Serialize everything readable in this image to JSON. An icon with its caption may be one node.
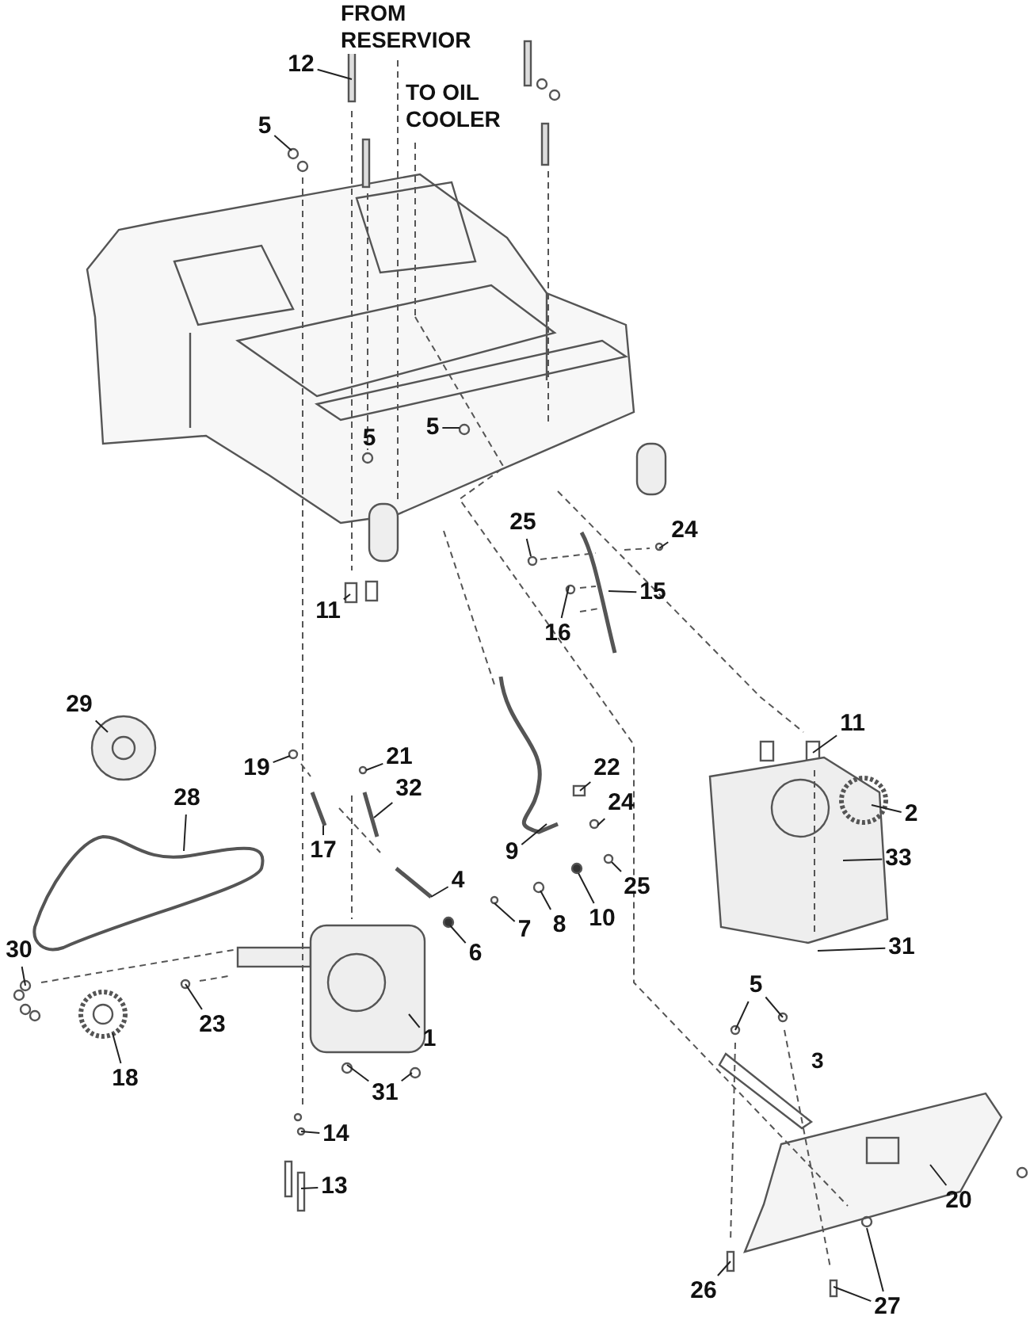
{
  "diagram": {
    "nodes": [
      {
        "text": [
          "12"
        ]
      },
      {
        "text": [
          "5"
        ]
      },
      {
        "text": [
          "5"
        ]
      },
      {
        "text": [
          "5"
        ]
      },
      {
        "text": [
          "25"
        ]
      },
      {
        "text": [
          "24"
        ]
      },
      {
        "text": [
          "15"
        ]
      },
      {
        "text": [
          "16"
        ]
      },
      {
        "text": [
          "11"
        ]
      },
      {
        "text": [
          "29"
        ]
      },
      {
        "text": [
          "11"
        ]
      },
      {
        "text": [
          "19"
        ]
      },
      {
        "text": [
          "21"
        ]
      },
      {
        "text": [
          "22"
        ]
      },
      {
        "text": [
          "32"
        ]
      },
      {
        "text": [
          "24"
        ]
      },
      {
        "text": [
          "28"
        ]
      },
      {
        "text": [
          "2"
        ]
      },
      {
        "text": [
          "17"
        ]
      },
      {
        "text": [
          "9"
        ]
      },
      {
        "text": [
          "33"
        ]
      },
      {
        "text": [
          "4"
        ]
      },
      {
        "text": [
          "25"
        ]
      },
      {
        "text": [
          "10"
        ]
      },
      {
        "text": [
          "8"
        ]
      },
      {
        "text": [
          "7"
        ]
      },
      {
        "text": [
          "6"
        ]
      },
      {
        "text": [
          "31"
        ]
      },
      {
        "text": [
          "30"
        ]
      },
      {
        "text": [
          "5"
        ]
      },
      {
        "text": [
          "23"
        ]
      },
      {
        "text": [
          "1"
        ]
      },
      {
        "text": [
          "18"
        ]
      },
      {
        "text": [
          "31"
        ]
      },
      {
        "text": [
          "14"
        ]
      },
      {
        "text": [
          "13"
        ]
      },
      {
        "text": [
          "20"
        ]
      },
      {
        "text": [
          "26"
        ]
      },
      {
        "text": [
          "27"
        ]
      }
    ],
    "edges": [
      {
        "from": 0,
        "to": null,
        "arrow": "none"
      },
      {
        "from": 1,
        "to": null,
        "arrow": "none"
      },
      {
        "from": 2,
        "to": null,
        "arrow": "none"
      },
      {
        "from": 4,
        "to": null,
        "arrow": "none"
      },
      {
        "from": 5,
        "to": null,
        "arrow": "none"
      },
      {
        "from": 6,
        "to": null,
        "arrow": "none"
      },
      {
        "from": 7,
        "to": null,
        "arrow": "none"
      },
      {
        "from": 8,
        "to": null,
        "arrow": "none"
      },
      {
        "from": 9,
        "to": null,
        "arrow": "none"
      },
      {
        "from": 10,
        "to": null,
        "arrow": "none"
      },
      {
        "from": 11,
        "to": null,
        "arrow": "none"
      },
      {
        "from": 12,
        "to": null,
        "arrow": "none"
      },
      {
        "from": 13,
        "to": null,
        "arrow": "none"
      },
      {
        "from": 14,
        "to": null,
        "arrow": "none"
      },
      {
        "from": 15,
        "to": null,
        "arrow": "none"
      },
      {
        "from": 16,
        "to": null,
        "arrow": "none"
      },
      {
        "from": 17,
        "to": null,
        "arrow": "none"
      },
      {
        "from": 18,
        "to": null,
        "arrow": "none"
      },
      {
        "from": 19,
        "to": null,
        "arrow": "none"
      },
      {
        "from": 20,
        "to": null,
        "arrow": "none"
      },
      {
        "from": 21,
        "to": null,
        "arrow": "none"
      },
      {
        "from": 22,
        "to": null,
        "arrow": "none"
      },
      {
        "from": 23,
        "to": null,
        "arrow": "none"
      },
      {
        "from": 24,
        "to": null,
        "arrow": "none"
      },
      {
        "from": 25,
        "to": null,
        "arrow": "none"
      },
      {
        "from": 26,
        "to": null,
        "arrow": "none"
      },
      {
        "from": 27,
        "to": null,
        "arrow": "none"
      },
      {
        "from": 28,
        "to": null,
        "arrow": "none"
      },
      {
        "from": 29,
        "to": null,
        "arrow": "none"
      },
      {
        "from": 29,
        "to": null,
        "arrow": "none"
      },
      {
        "from": 30,
        "to": null,
        "arrow": "none"
      },
      {
        "from": 31,
        "to": null,
        "arrow": "none"
      },
      {
        "from": 32,
        "to": null,
        "arrow": "none"
      },
      {
        "from": 33,
        "to": null,
        "arrow": "none"
      },
      {
        "from": 33,
        "to": null,
        "arrow": "none"
      },
      {
        "from": 34,
        "to": null,
        "arrow": "none"
      },
      {
        "from": 35,
        "to": null,
        "arrow": "none"
      },
      {
        "from": 36,
        "to": null,
        "arrow": "none"
      },
      {
        "from": 37,
        "to": null,
        "arrow": "none"
      },
      {
        "from": 38,
        "to": null,
        "arrow": "none"
      },
      {
        "from": 38,
        "to": null,
        "arrow": "none"
      }
    ],
    "labels": [
      "FROM RESERVIOR",
      "TO OIL COOLER",
      "3"
    ]
  }
}
